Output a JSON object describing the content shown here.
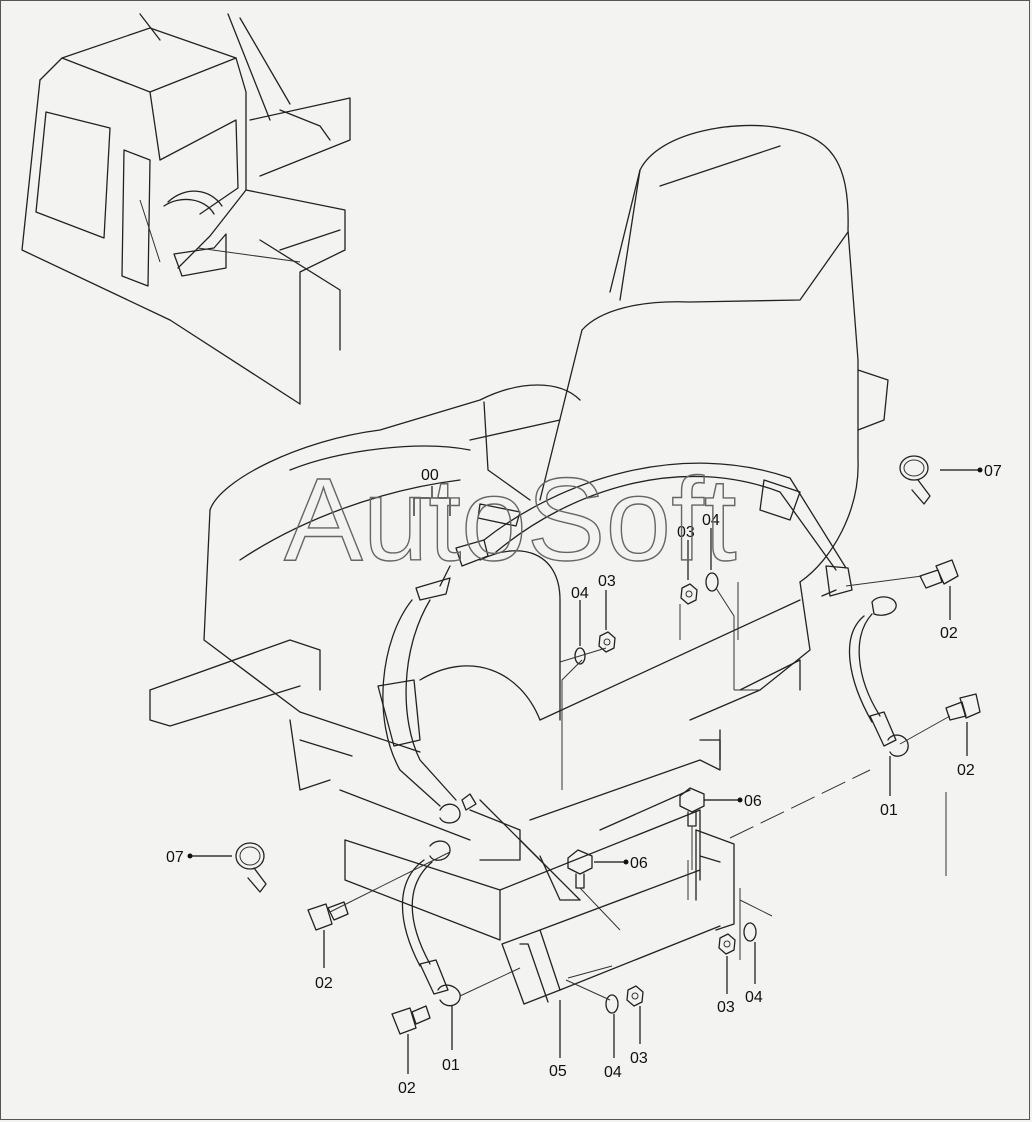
{
  "watermark": "AutoSoft",
  "callouts": {
    "c00": "00",
    "c07a": "07",
    "c03a": "03",
    "c04a": "04",
    "c03b": "03",
    "c04b": "04",
    "c02a": "02",
    "c02b": "02",
    "c01a": "01",
    "c06a": "06",
    "c06b": "06",
    "c07b": "07",
    "c02c": "02",
    "c01b": "01",
    "c02d": "02",
    "c05": "05",
    "c04c": "04",
    "c03c": "03",
    "c03d": "03",
    "c04d": "04"
  },
  "colors": {
    "line": "#222222",
    "background": "#f3f3f1"
  }
}
